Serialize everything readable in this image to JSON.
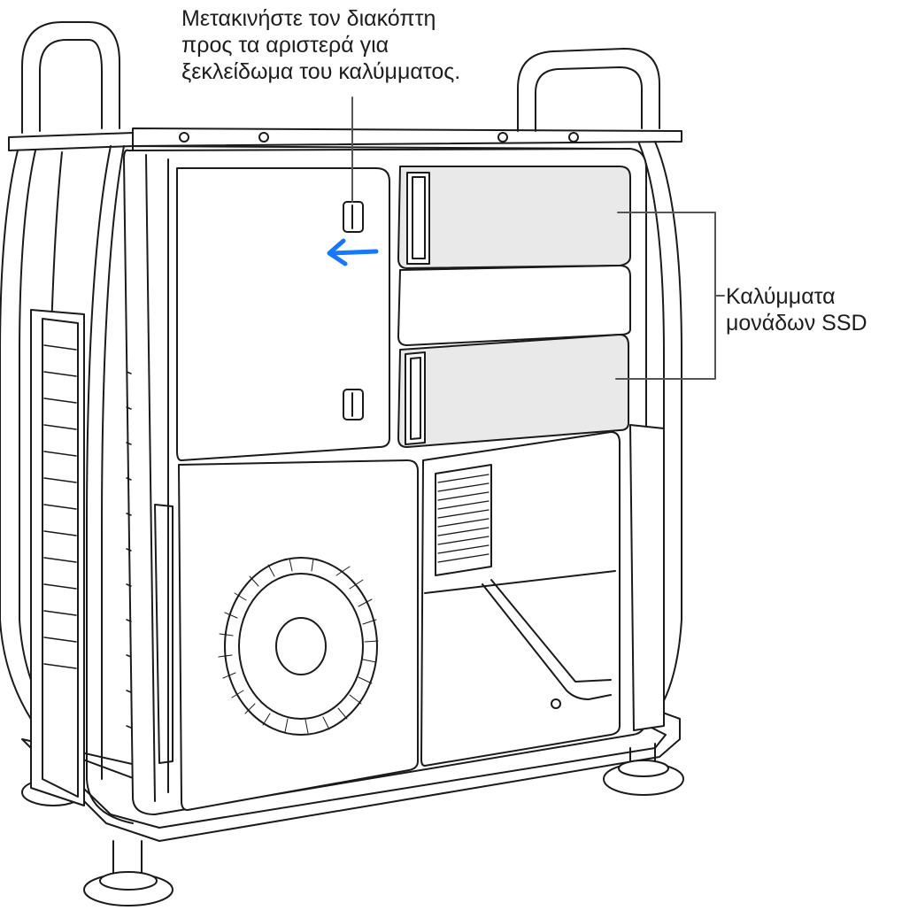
{
  "callouts": {
    "switch_lines": [
      "Μετακινήστε τον διακόπτη",
      "προς τα αριστερά για",
      "ξεκλείδωμα του καλύμματος."
    ],
    "ssd_lines": [
      "Καλύμματα",
      "μονάδων SSD"
    ]
  },
  "colors": {
    "outline": "#1a1a1a",
    "panel": "#ffffff",
    "ssd_cover": "#e9e9e9",
    "arrow": "#1677ff",
    "leader": "#555555"
  },
  "icons": {
    "arrow": "arrow-left-icon",
    "fan": "fan-icon"
  }
}
